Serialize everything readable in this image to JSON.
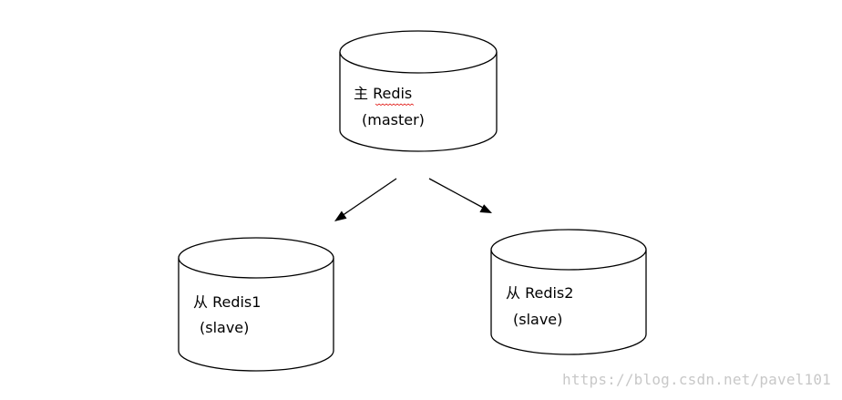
{
  "nodes": {
    "master": {
      "line1": "主 Redis",
      "line2": "(master)"
    },
    "slave1": {
      "line1": "从 Redis1",
      "line2": "(slave)"
    },
    "slave2": {
      "line1": "从 Redis2",
      "line2": "(slave)"
    }
  },
  "watermark": "https://blog.csdn.net/pavel101"
}
